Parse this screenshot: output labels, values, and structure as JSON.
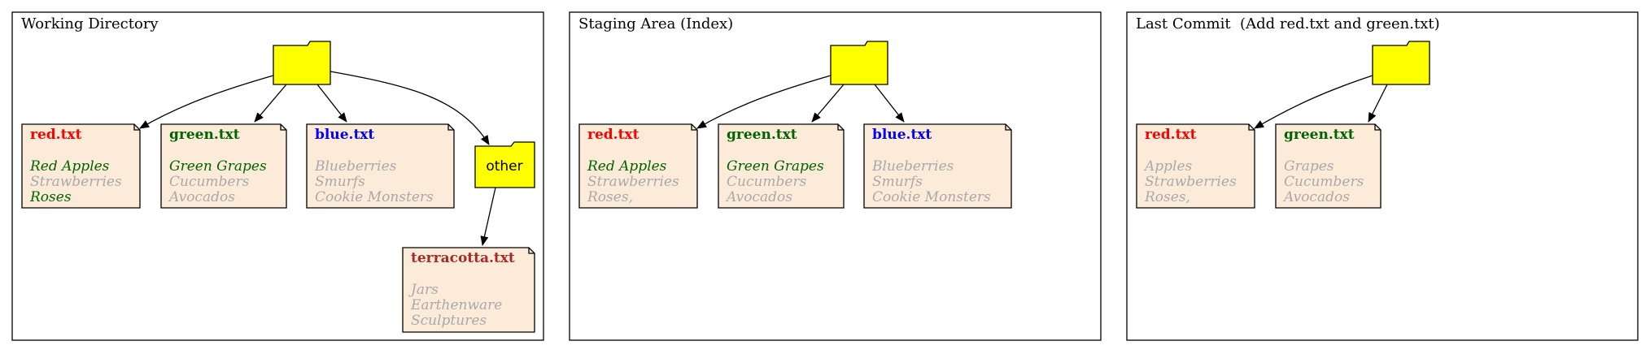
{
  "colors": {
    "red": "#ff0000",
    "green": "#006400",
    "blue": "#0000ff",
    "terracotta": "#a52a2a",
    "changed": "#006400",
    "unchanged": "#a9a9a9",
    "note_fill": "#fdebd9",
    "folder_fill": "#ffff00"
  },
  "panels": [
    {
      "title": "Working Directory",
      "files": [
        {
          "name": "red.txt",
          "color": "red",
          "lines": [
            {
              "text": "Red Apples",
              "changed": true
            },
            {
              "text": "Strawberries",
              "changed": false
            },
            {
              "text": "Roses",
              "changed": true
            }
          ]
        },
        {
          "name": "green.txt",
          "color": "green",
          "lines": [
            {
              "text": "Green Grapes",
              "changed": true
            },
            {
              "text": "Cucumbers",
              "changed": false
            },
            {
              "text": "Avocados",
              "changed": false
            }
          ]
        },
        {
          "name": "blue.txt",
          "color": "blue",
          "lines": [
            {
              "text": "Blueberries",
              "changed": false
            },
            {
              "text": "Smurfs",
              "changed": false
            },
            {
              "text": "Cookie Monsters",
              "changed": false
            }
          ]
        }
      ],
      "subfolder": {
        "label": "other",
        "files": [
          {
            "name": "terracotta.txt",
            "color": "terracotta",
            "lines": [
              {
                "text": "Jars",
                "changed": false
              },
              {
                "text": "Earthenware",
                "changed": false
              },
              {
                "text": "Sculptures",
                "changed": false
              }
            ]
          }
        ]
      }
    },
    {
      "title": "Staging Area (Index)",
      "files": [
        {
          "name": "red.txt",
          "color": "red",
          "lines": [
            {
              "text": "Red Apples",
              "changed": true
            },
            {
              "text": "Strawberries",
              "changed": false
            },
            {
              "text": "Roses,",
              "changed": false
            }
          ]
        },
        {
          "name": "green.txt",
          "color": "green",
          "lines": [
            {
              "text": "Green Grapes",
              "changed": true
            },
            {
              "text": "Cucumbers",
              "changed": false
            },
            {
              "text": "Avocados",
              "changed": false
            }
          ]
        },
        {
          "name": "blue.txt",
          "color": "blue",
          "lines": [
            {
              "text": "Blueberries",
              "changed": false
            },
            {
              "text": "Smurfs",
              "changed": false
            },
            {
              "text": "Cookie Monsters",
              "changed": false
            }
          ]
        }
      ]
    },
    {
      "title": "Last Commit  (Add red.txt and green.txt)",
      "files": [
        {
          "name": "red.txt",
          "color": "red",
          "lines": [
            {
              "text": "Apples",
              "changed": false
            },
            {
              "text": "Strawberries",
              "changed": false
            },
            {
              "text": "Roses,",
              "changed": false
            }
          ]
        },
        {
          "name": "green.txt",
          "color": "green",
          "lines": [
            {
              "text": "Grapes",
              "changed": false
            },
            {
              "text": "Cucumbers",
              "changed": false
            },
            {
              "text": "Avocados",
              "changed": false
            }
          ]
        }
      ]
    }
  ]
}
